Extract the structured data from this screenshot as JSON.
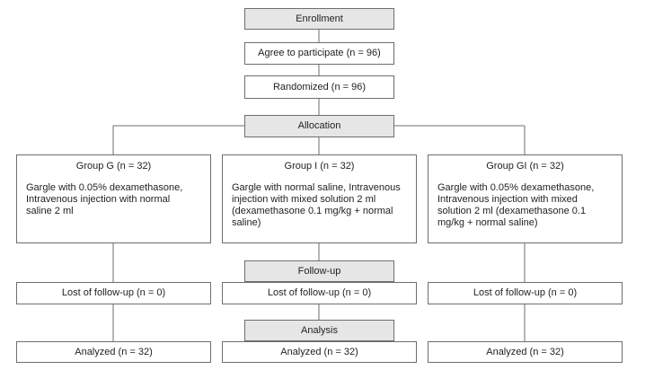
{
  "stages": {
    "enrollment": "Enrollment",
    "allocation": "Allocation",
    "follow_up": "Follow-up",
    "analysis": "Analysis"
  },
  "enrollment_steps": {
    "agree": "Agree to participate (n = 96)",
    "randomized": "Randomized (n = 96)"
  },
  "groups": [
    {
      "title": "Group G (n = 32)",
      "description": "Gargle with 0.05% dexamethasone,\nIntravenous injection with normal\nsaline 2 ml",
      "lost": "Lost of follow-up (n = 0)",
      "analyzed": "Analyzed (n = 32)"
    },
    {
      "title": "Group I (n = 32)",
      "description": "Gargle with normal saline, Intravenous\ninjection with mixed solution 2 ml\n(dexamethasone 0.1 mg/kg + normal\nsaline)",
      "lost": "Lost of follow-up (n = 0)",
      "analyzed": "Analyzed (n = 32)"
    },
    {
      "title": "Group GI (n = 32)",
      "description": "Gargle with 0.05% dexamethasone,\nIntravenous injection with mixed\nsolution 2 ml (dexamethasone 0.1\nmg/kg + normal saline)",
      "lost": "Lost of follow-up (n = 0)",
      "analyzed": "Analyzed (n = 32)"
    }
  ],
  "colors": {
    "stage_fill": "#e6e6e6",
    "border": "#6e6e6e",
    "text": "#222222"
  }
}
